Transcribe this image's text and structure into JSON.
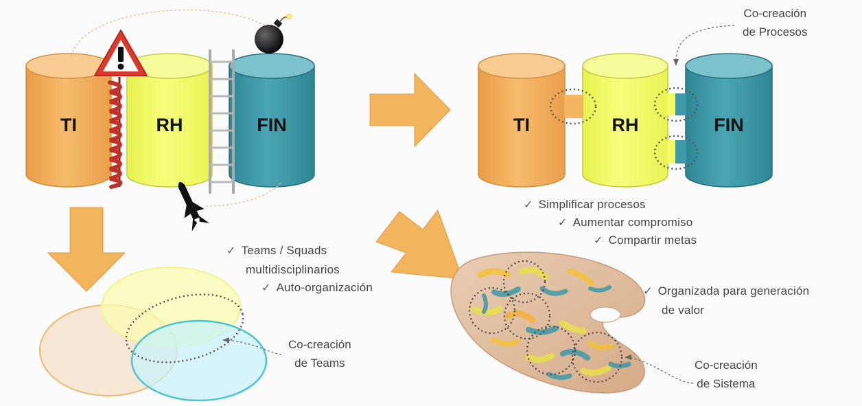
{
  "colors": {
    "ti": "#f4b461",
    "rh": "#f2fb66",
    "fin": "#3e9aa8",
    "arrow": "#f2b45c",
    "helix": "#c0312c",
    "warning": "#d93a2b"
  },
  "icons": [
    "warning-icon",
    "bomb-icon",
    "ladder-icon",
    "missile-icon",
    "helix-icon",
    "palette-icon",
    "check-icon"
  ],
  "silos_before": {
    "ti": "TI",
    "rh": "RH",
    "fin": "FIN"
  },
  "silos_after": {
    "ti": "TI",
    "rh": "RH",
    "fin": "FIN"
  },
  "callouts": {
    "procesos": [
      "Co-creación",
      "de Procesos"
    ],
    "teams": [
      "Co-creación",
      "de Teams"
    ],
    "sistema": [
      "Co-creación",
      "de Sistema"
    ]
  },
  "checklists": {
    "procesos": [
      "Simplificar procesos",
      "Aumentar compromiso",
      "Compartir metas"
    ],
    "teams": [
      "Teams / Squads",
      "multidisciplinarios",
      "Auto-organización"
    ],
    "sistema": [
      "Organizada para generación",
      "de valor"
    ]
  },
  "check_glyph": "✓"
}
